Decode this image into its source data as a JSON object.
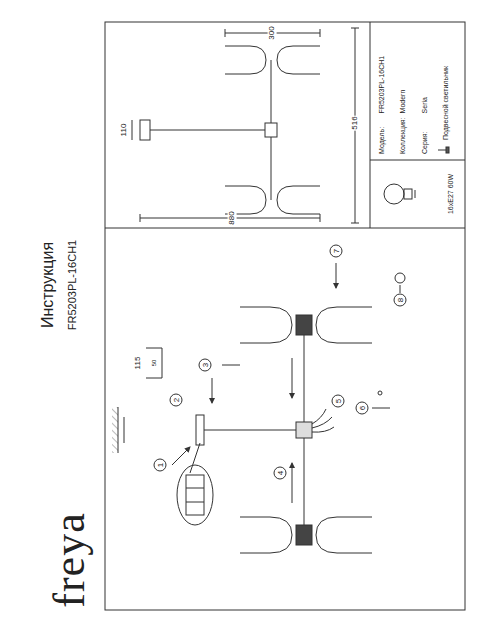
{
  "diagram": {
    "title": "Инструкция",
    "nodes": [
      {
        "text": [
          "Модель:",
          "FR5203PL-16CH1",
          "Коллекция:",
          "Modern",
          "Серия:",
          "Seria",
          "Подвесной светильник"
        ]
      },
      {
        "text": [
          "16xE27 60W"
        ]
      }
    ],
    "labels": [
      "freya",
      "FR5203PL-16CH1",
      "1",
      "2",
      "3",
      "4",
      "5",
      "6",
      "7",
      "8",
      "115",
      "50",
      "110",
      "300",
      "516",
      "880"
    ]
  }
}
